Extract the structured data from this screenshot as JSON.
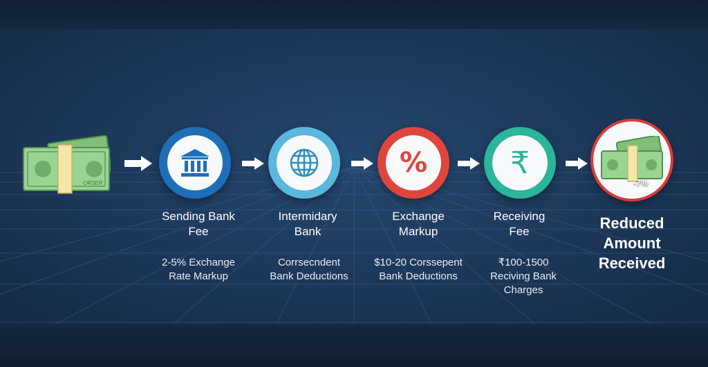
{
  "colors": {
    "bank_circle": "#1f6fb8",
    "globe_circle": "#5ab7de",
    "percent_circle": "#e0453d",
    "rupee_circle": "#2bb59a",
    "final_circle": "#d93a3a",
    "cash": "#8fca86"
  },
  "icons": [
    "cash-stack-icon",
    "bank-icon",
    "globe-icon",
    "percent-icon",
    "rupee-icon",
    "cash-stack-icon"
  ],
  "start_cash": {
    "note_text": "ORSER"
  },
  "steps": [
    {
      "title": "Sending Bank\nFee",
      "desc": "2-5% Exchange\nRate Markup"
    },
    {
      "title": "Intermidary\nBank",
      "desc": "Corrsecndent\nBank Deductions"
    },
    {
      "title": "Exchange\nMarkup",
      "desc": "$10-20 Corssepent\nBank Deductions"
    },
    {
      "title": "Receiving\nFee",
      "desc": "₹100-1500\nReciving Bank\nCharges"
    }
  ],
  "final": {
    "title": "Reduced\nAmount\nReceived",
    "badge": "-7%"
  },
  "glyphs": {
    "percent": "%",
    "rupee": "₹"
  }
}
